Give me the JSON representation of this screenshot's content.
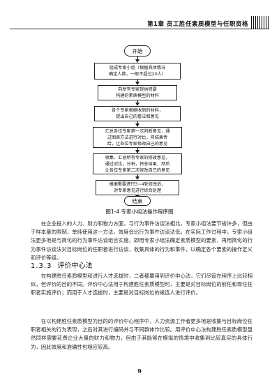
{
  "header": {
    "running_title": "第1章  员工胜任素质模型与任职资格"
  },
  "flowchart": {
    "nodes": [
      {
        "id": "start",
        "text": "开始"
      },
      {
        "id": "n1",
        "text": "组成专家小组（根据具体情况\n确定人数，一般不超过20人）"
      },
      {
        "id": "n2",
        "text": "向所有专家提供将要\n构建的素质模型的材料"
      },
      {
        "id": "n3",
        "text": "各个专家根据收到的材料，\n提出自己的看法和意见"
      },
      {
        "id": "n4",
        "text": "汇总各位专家第一次判断意见，通\n过图表方法进行对比，将结果传\n给，让各位专家修改自己的意见"
      },
      {
        "id": "n5",
        "text": "收集、汇总所有专家的修改意见，\n通过对比，分析，将总结果，然后\n让各位专家第二次修改自己的意见"
      },
      {
        "id": "n6",
        "text": "根据需要进行3~4轮修改后，\n对专家意见进行综合处理"
      },
      {
        "id": "end",
        "text": "结束"
      }
    ]
  },
  "figure": {
    "caption": "图1-4   专家小组法操作程序图"
  },
  "body": {
    "para1": "在企业投入的人力、财力和物力方面，与行为事件访谈法相比，专家小组法要节省许多，但由于样本量的限制，单纯使用这一方法，效度会比行为事件访谈法低。在实际工作过程中，专家小组法更多地是与简化的行为事件访谈组合实施，即用专家小组法确定素质模型的要素，再用简化的行为事件访谈法对目标岗位的任职者进行访谈，收集具体的行为和事件，以确定各个要素的操作定义和评价等级。",
    "section_number": "1.3.3",
    "section_title": "评价中心法",
    "para2": "在构建胜任素质模型和进行人才选拔时，二者都要用到评价中心法，它们尽管在程序上比较相似，但评价的目的不同。评价中心法用于构建胜任素质模型时，主要是对目标岗位的前任和现任任职者实施评价；而用于人才选拔时，主要是对目标岗位的候选人进行评价。",
    "para3": "在以构建胜任素质模型为目的的评价中心程序中，人力资源工作者更多地是收集与目标岗位任职者相关的行为表现，之后对其进行编码并与不同群体作比较。用评价中心法构建胜任素质模型虽然同样需要花费企业大量的财力和物力，但由于其能够在模拟的情境中收集到比较真实的具体行为，因此效度和准确性也相应较高。",
    "page_number": "9"
  }
}
